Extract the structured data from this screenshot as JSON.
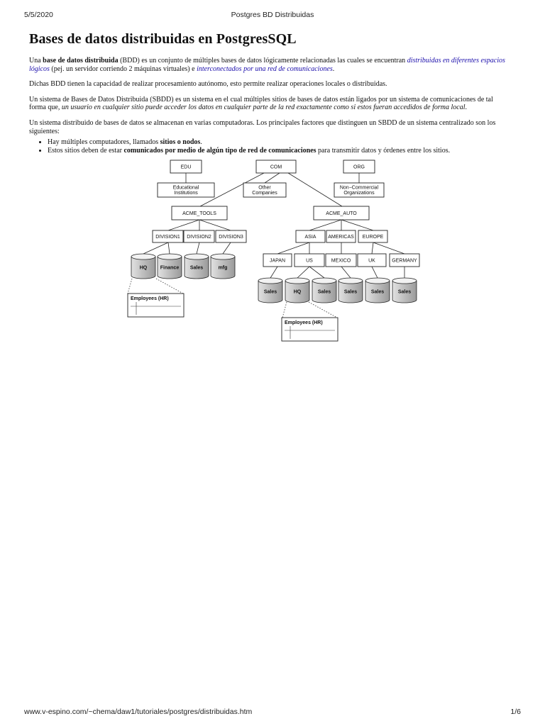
{
  "print_header": {
    "date": "5/5/2020",
    "title": "Postgres BD Distribuidas"
  },
  "print_footer": {
    "url": "www.v-espino.com/~chema/daw1/tutoriales/postgres/distribuidas.htm",
    "page": "1/6"
  },
  "article": {
    "title": "Bases de datos distribuidas en PostgresSQL",
    "p1": {
      "t1": "Una ",
      "b1": "base de datos distribuida",
      "t2": " (BDD) es un conjunto de múltiples bases de datos lógicamente relacionadas las cuales se encuentran ",
      "link1": "distribuidas en diferentes espacios lógicos",
      "t3": " (pej. un servidor corriendo 2 máquinas virtuales) e ",
      "link2": "interconectados por una red de comunicaciones",
      "t4": "."
    },
    "p2": "Dichas BDD tienen la capacidad de realizar procesamiento autónomo, esto permite realizar operaciones locales o distribuidas.",
    "p3": {
      "t1": "Un sistema de Bases de Datos Distribuida (SBDD) es un sistema en el cual múltiples sitios de bases de datos están ligados por un sistema de comunicaciones de tal forma que, ",
      "i1": "un usuario en cualquier sitio puede acceder los datos en cualquier parte de la red exactamente como si estos fueran accedidos de forma local",
      "t2": "."
    },
    "p4": "Un sistema distribuido de bases de datos se almacenan en varias computadoras. Los principales factores que distinguen un SBDD de un sistema centralizado son los siguientes:",
    "bullets": [
      {
        "t1": "Hay múltiples computadores, llamados ",
        "b1": "sitios o nodos",
        "t2": "."
      },
      {
        "t1": "Estos sitios deben de estar ",
        "b1": "comunicados por medio de algún tipo de red de comunicaciones",
        "t2": " para transmitir datos y órdenes entre los sitios."
      }
    ]
  },
  "diagram": {
    "edu": "EDU",
    "com": "COM",
    "org": "ORG",
    "edu_child": [
      "Educational",
      "Institutions"
    ],
    "com_child": [
      "Other",
      "Companies"
    ],
    "org_child": [
      "Non−Commercial",
      "Organizations"
    ],
    "acme_tools": "ACME_TOOLS",
    "acme_auto": "ACME_AUTO",
    "divisions": [
      "DIVISION1",
      "DIVISION2",
      "DIVISION3"
    ],
    "regions": [
      "ASIA",
      "AMERICAS",
      "EUROPE"
    ],
    "countries": [
      "JAPAN",
      "US",
      "MEXICO",
      "UK",
      "GERMANY"
    ],
    "tools_dbs": [
      "HQ",
      "Finance",
      "Sales",
      "mfg"
    ],
    "auto_dbs": [
      "Sales",
      "HQ",
      "Sales",
      "Sales",
      "Sales",
      "Sales"
    ],
    "table_label": "Employees (HR)"
  }
}
